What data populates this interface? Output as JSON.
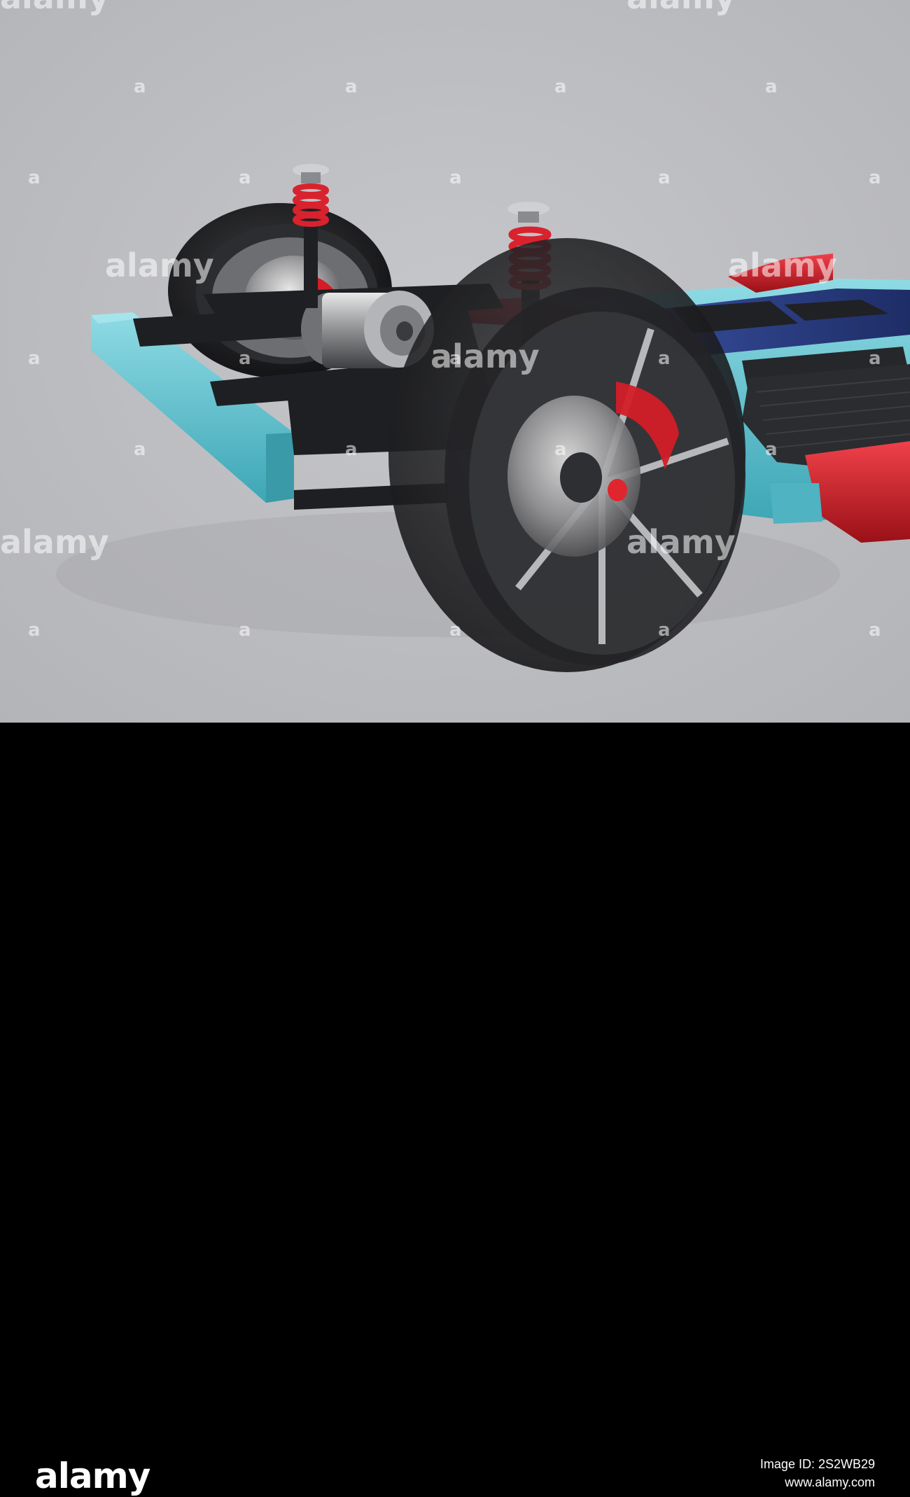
{
  "footer": {
    "brand": "alamy",
    "image_id_label": "Image ID: 2S2WB29",
    "site": "www.alamy.com"
  },
  "watermark": {
    "text": "alamy"
  },
  "colors": {
    "background": "#b9babd",
    "frame_cyan": "#67c6d3",
    "rail_red": "#d0202a",
    "battery_blue": "#2a3f86",
    "spring_red": "#d8222d",
    "tire_black": "#1d1e20"
  },
  "icons": [
    "alamy-logo-watermark",
    "alamy-a-watermark"
  ]
}
